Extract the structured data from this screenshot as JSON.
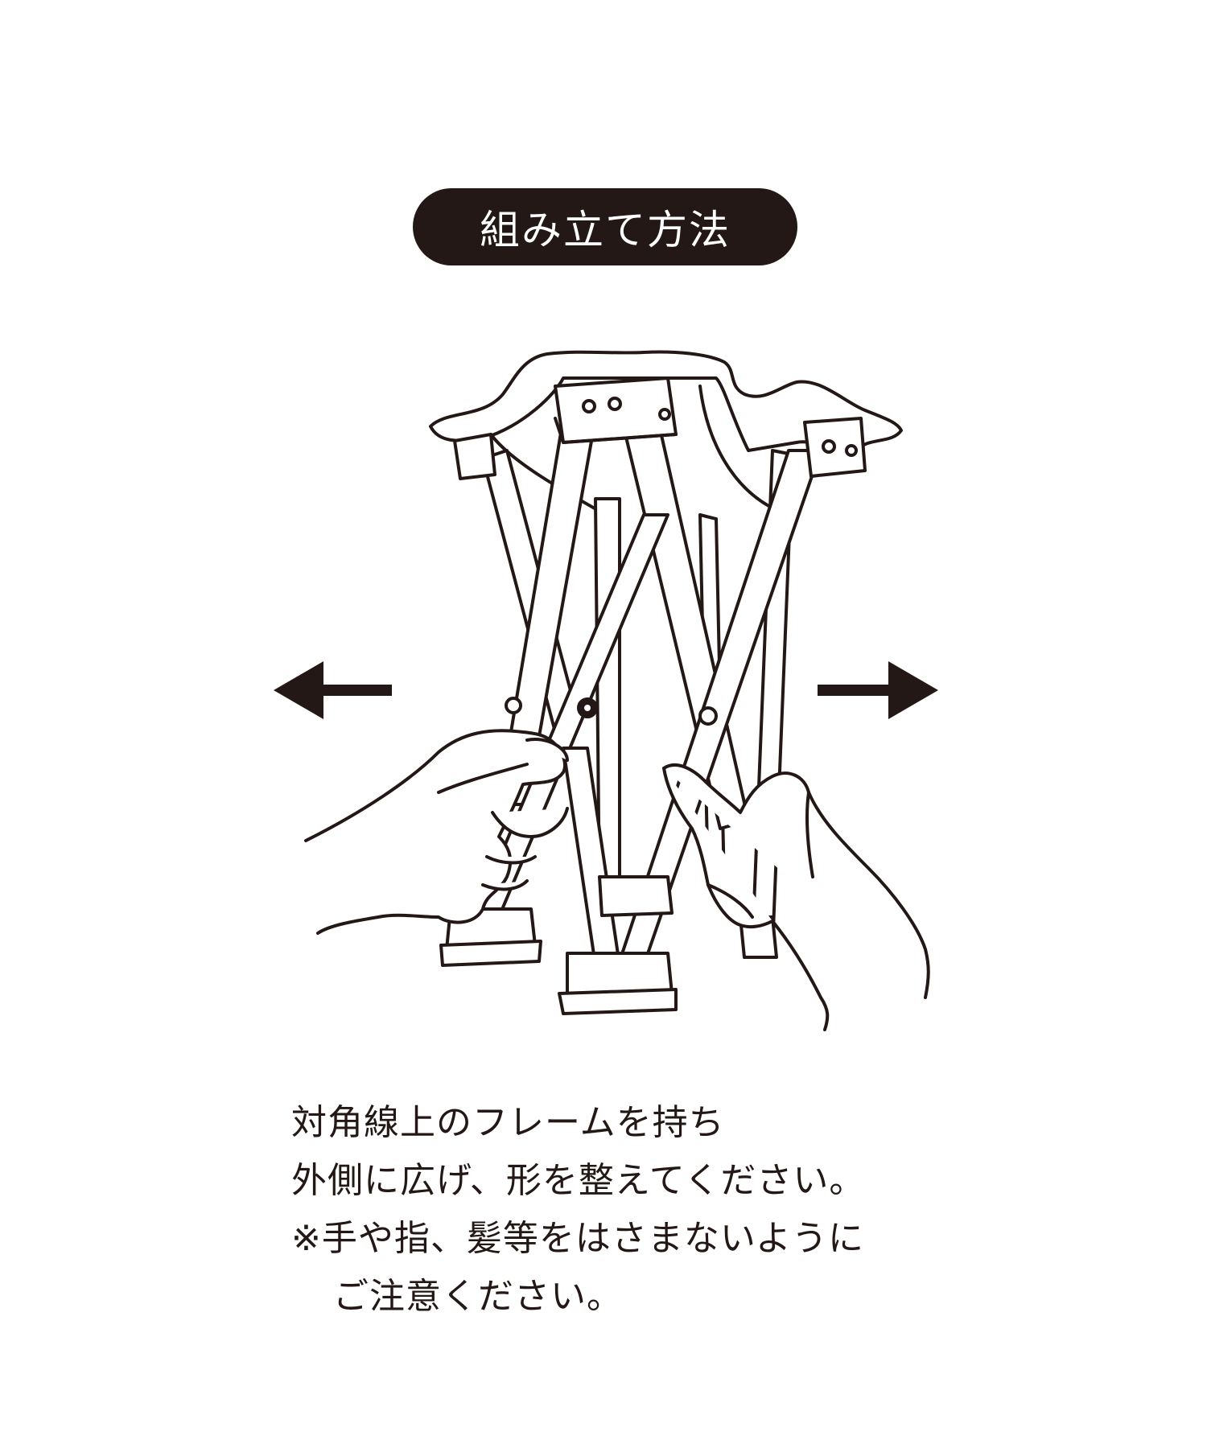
{
  "title": "組み立て方法",
  "illustration": {
    "subject-icon": "folding-stool-frame-icon",
    "arrow_left_icon": "arrow-left-icon",
    "arrow_right_icon": "arrow-right-icon"
  },
  "instructions": [
    "対角線上のフレームを持ち",
    "外側に広げ、形を整えてください。",
    "※手や指、髪等をはさまないように",
    "ご注意ください。"
  ],
  "colors": {
    "ink": "#231815",
    "background": "#ffffff"
  }
}
